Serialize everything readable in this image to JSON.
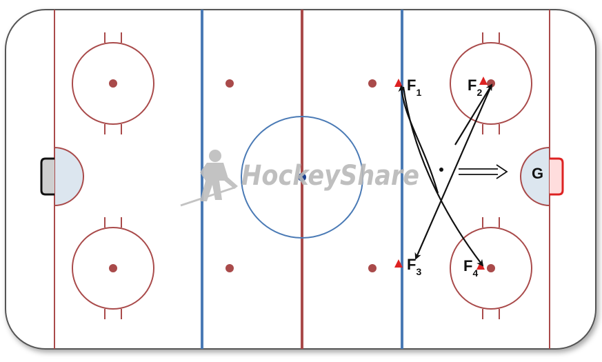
{
  "diagram": {
    "watermark": "HockeyShare",
    "players": [
      {
        "id": "f1",
        "letter": "F",
        "sub": "1"
      },
      {
        "id": "f2",
        "letter": "F",
        "sub": "2"
      },
      {
        "id": "f3",
        "letter": "F",
        "sub": "3"
      },
      {
        "id": "f4",
        "letter": "F",
        "sub": "4"
      }
    ],
    "goalie": "G",
    "colors": {
      "board": "#ffffff",
      "red_line": "#a94a4a",
      "blue_line": "#4a7ab5",
      "crease_fill": "#dce6ef",
      "player_marker": "#dd2222",
      "arrow": "#111111",
      "watermark": "#b9b9b9"
    }
  }
}
